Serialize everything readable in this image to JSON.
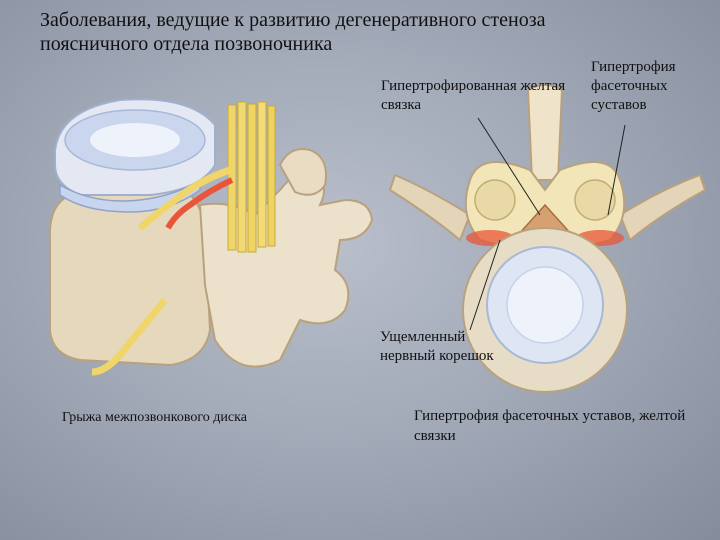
{
  "slide": {
    "title": "Заболевания, ведущие к развитию дегенеративного стеноза поясничного отдела позвоночника",
    "labels": {
      "hypertrophied_ligament": "Гипертрофированная желтая связка",
      "facet_hypertrophy": "Гипертрофия фасеточных суставов",
      "pinched_root": "Ущемленный нервный корешок",
      "disc_herniation": "Грыжа межпозвонкового диска",
      "facet_ligament_hypertrophy": "Гипертрофия фасеточных уставов, желтой связки"
    }
  },
  "colors": {
    "background": "#a3aab8",
    "bone": "#e8dcc4",
    "disc": "#dfe6f3",
    "nerve": "#f0d66a",
    "inflamed": "#e8553a",
    "ligament": "#d6a070"
  }
}
